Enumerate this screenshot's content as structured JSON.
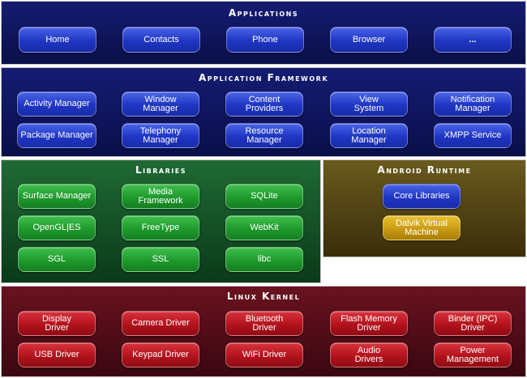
{
  "applications": {
    "title": "Applications",
    "items": [
      "Home",
      "Contacts",
      "Phone",
      "Browser",
      "..."
    ]
  },
  "framework": {
    "title": "Application Framework",
    "row1": [
      "Activity Manager",
      "Window\nManager",
      "Content\nProviders",
      "View\nSystem",
      "Notification\nManager"
    ],
    "row2": [
      "Package Manager",
      "Telephony\nManager",
      "Resource\nManager",
      "Location\nManager",
      "XMPP Service"
    ]
  },
  "libraries": {
    "title": "Libraries",
    "row1": [
      "Surface Manager",
      "Media\nFramework",
      "SQLite"
    ],
    "row2": [
      "OpenGL|ES",
      "FreeType",
      "WebKit"
    ],
    "row3": [
      "SGL",
      "SSL",
      "libc"
    ]
  },
  "runtime": {
    "title": "Android Runtime",
    "core": "Core Libraries",
    "dalvik": "Dalvik Virtual\nMachine"
  },
  "kernel": {
    "title": "Linux Kernel",
    "row1": [
      "Display\nDriver",
      "Camera Driver",
      "Bluetooth\nDriver",
      "Flash Memory\nDriver",
      "Binder (IPC)\nDriver"
    ],
    "row2": [
      "USB Driver",
      "Keypad Driver",
      "WiFi Driver",
      "Audio\nDrivers",
      "Power\nManagement"
    ]
  },
  "colors": {
    "top_layers": "#151c73",
    "libraries": "#1f6a34",
    "runtime": "#6a5a1e",
    "kernel": "#6a1220",
    "blue_button": "#1f36c4",
    "green_button": "#1e9a2c",
    "gold_button": "#c99a12",
    "red_button": "#b3121c"
  }
}
